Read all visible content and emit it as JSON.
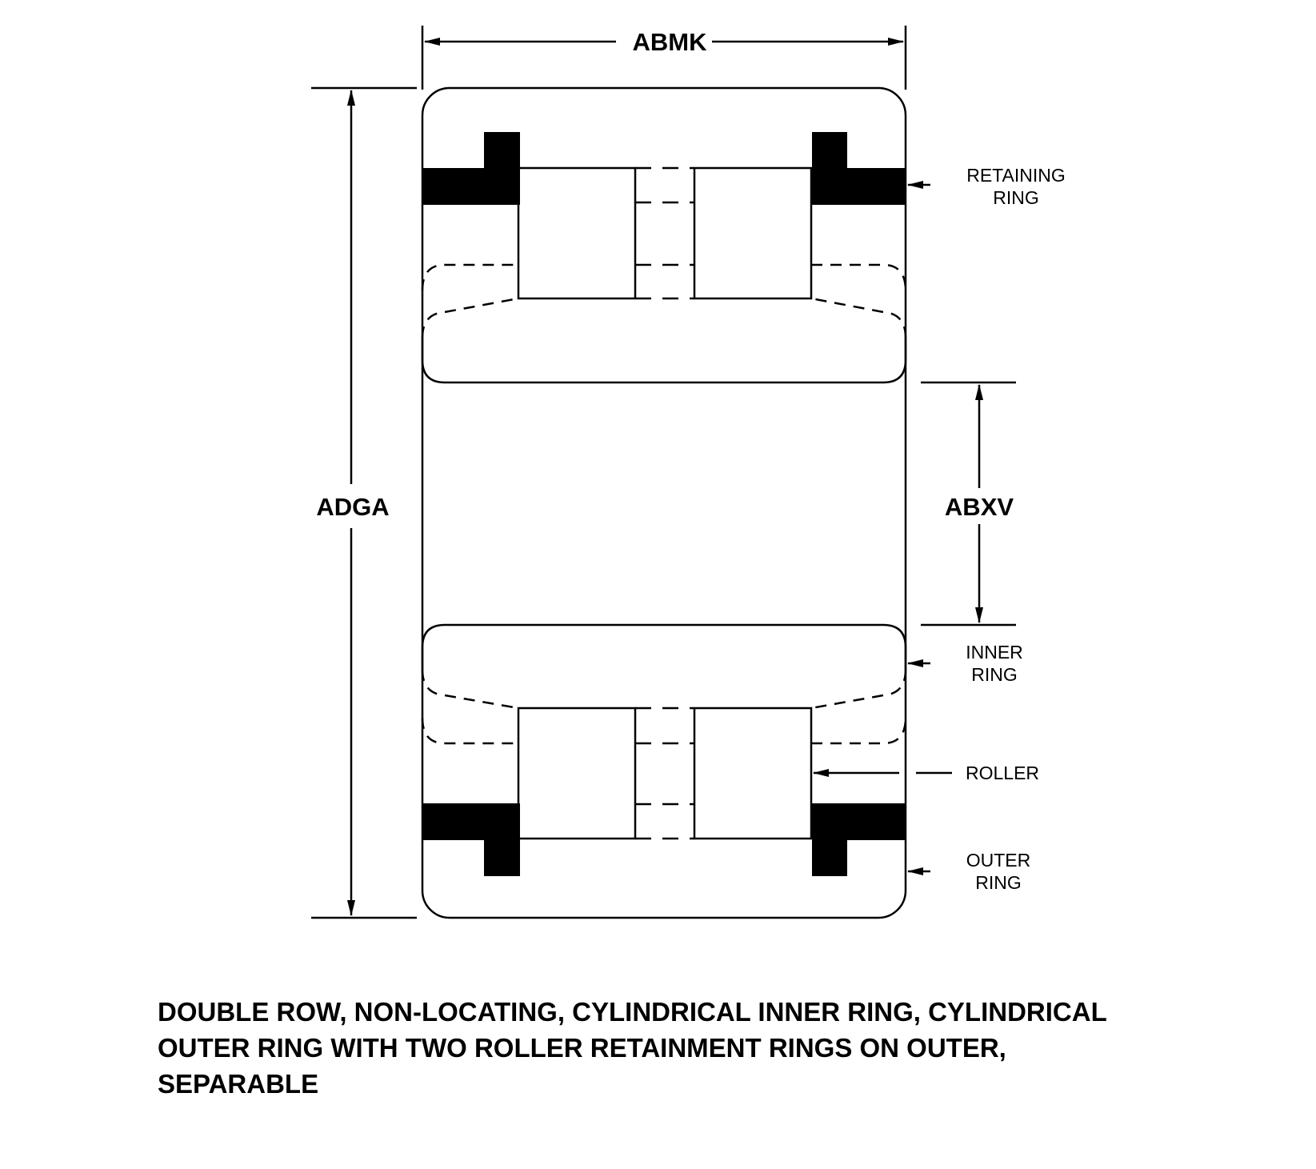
{
  "dimensions": {
    "width_label": "ABMK",
    "outer_height_label": "ADGA",
    "bore_label": "ABXV"
  },
  "parts": {
    "retaining_ring": [
      "RETAINING",
      "RING"
    ],
    "inner_ring": [
      "INNER",
      "RING"
    ],
    "roller": "ROLLER",
    "outer_ring": [
      "OUTER",
      "RING"
    ]
  },
  "caption": {
    "lines": [
      "DOUBLE ROW, NON-LOCATING, CYLINDRICAL INNER RING, CYLINDRICAL",
      "OUTER RING WITH TWO ROLLER RETAINMENT RINGS ON OUTER,",
      "SEPARABLE"
    ]
  },
  "colors": {
    "line": "#000000",
    "background": "#ffffff"
  }
}
